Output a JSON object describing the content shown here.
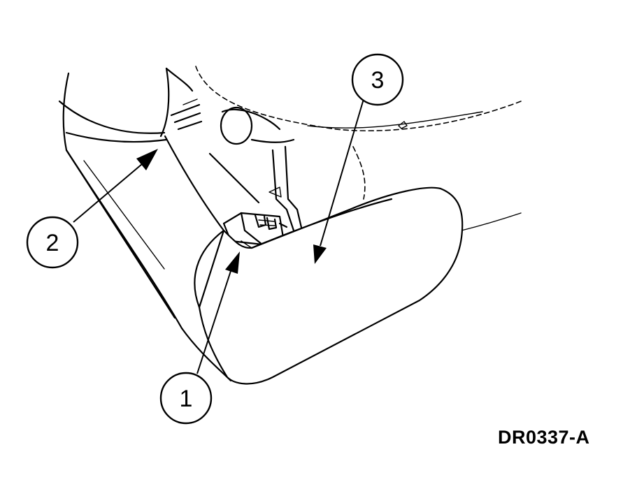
{
  "callouts": [
    {
      "id": "1",
      "label": "1"
    },
    {
      "id": "2",
      "label": "2"
    },
    {
      "id": "3",
      "label": "3"
    }
  ],
  "figure_id": "DR0337-A"
}
